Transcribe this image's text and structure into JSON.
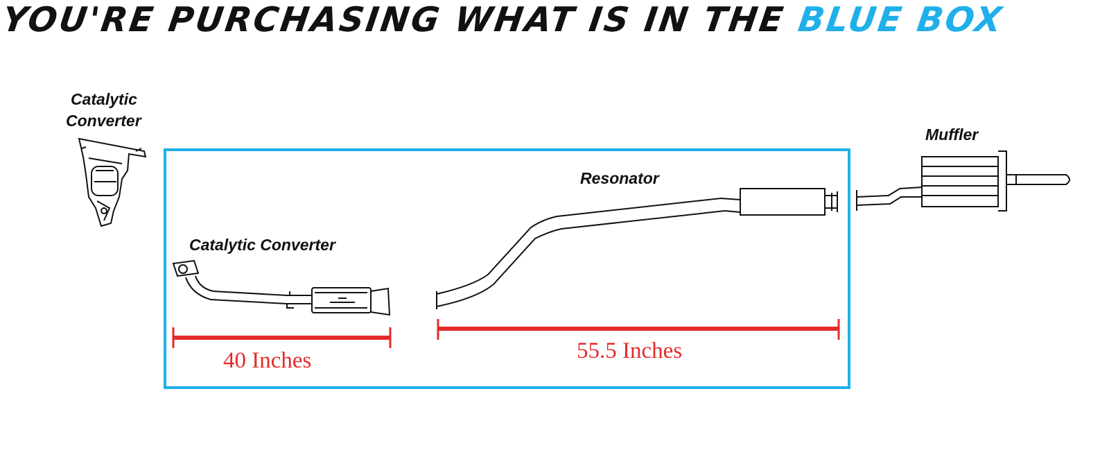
{
  "headline": {
    "main": "YOU'RE PURCHASING WHAT IS IN THE ",
    "accent": "BLUE BOX"
  },
  "labels": {
    "outside_cat_line1": "Catalytic",
    "outside_cat_line2": "Converter",
    "muffler": "Muffler",
    "resonator": "Resonator",
    "inside_cat": "Catalytic Converter"
  },
  "measurements": {
    "front": "40 Inches",
    "rear": "55.5 Inches"
  },
  "colors": {
    "box": "#1fb0ea",
    "measure": "#e32b2b",
    "line": "#111111"
  }
}
